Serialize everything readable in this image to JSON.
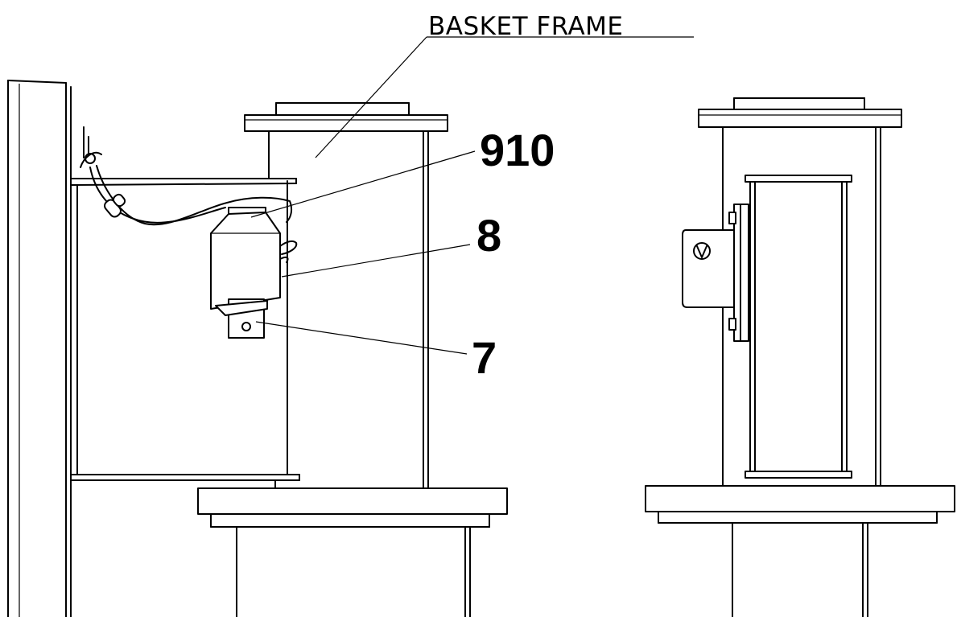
{
  "labels": {
    "basket_frame": "BASKET FRAME",
    "part_910": "910",
    "part_8": "8",
    "part_7": "7"
  }
}
